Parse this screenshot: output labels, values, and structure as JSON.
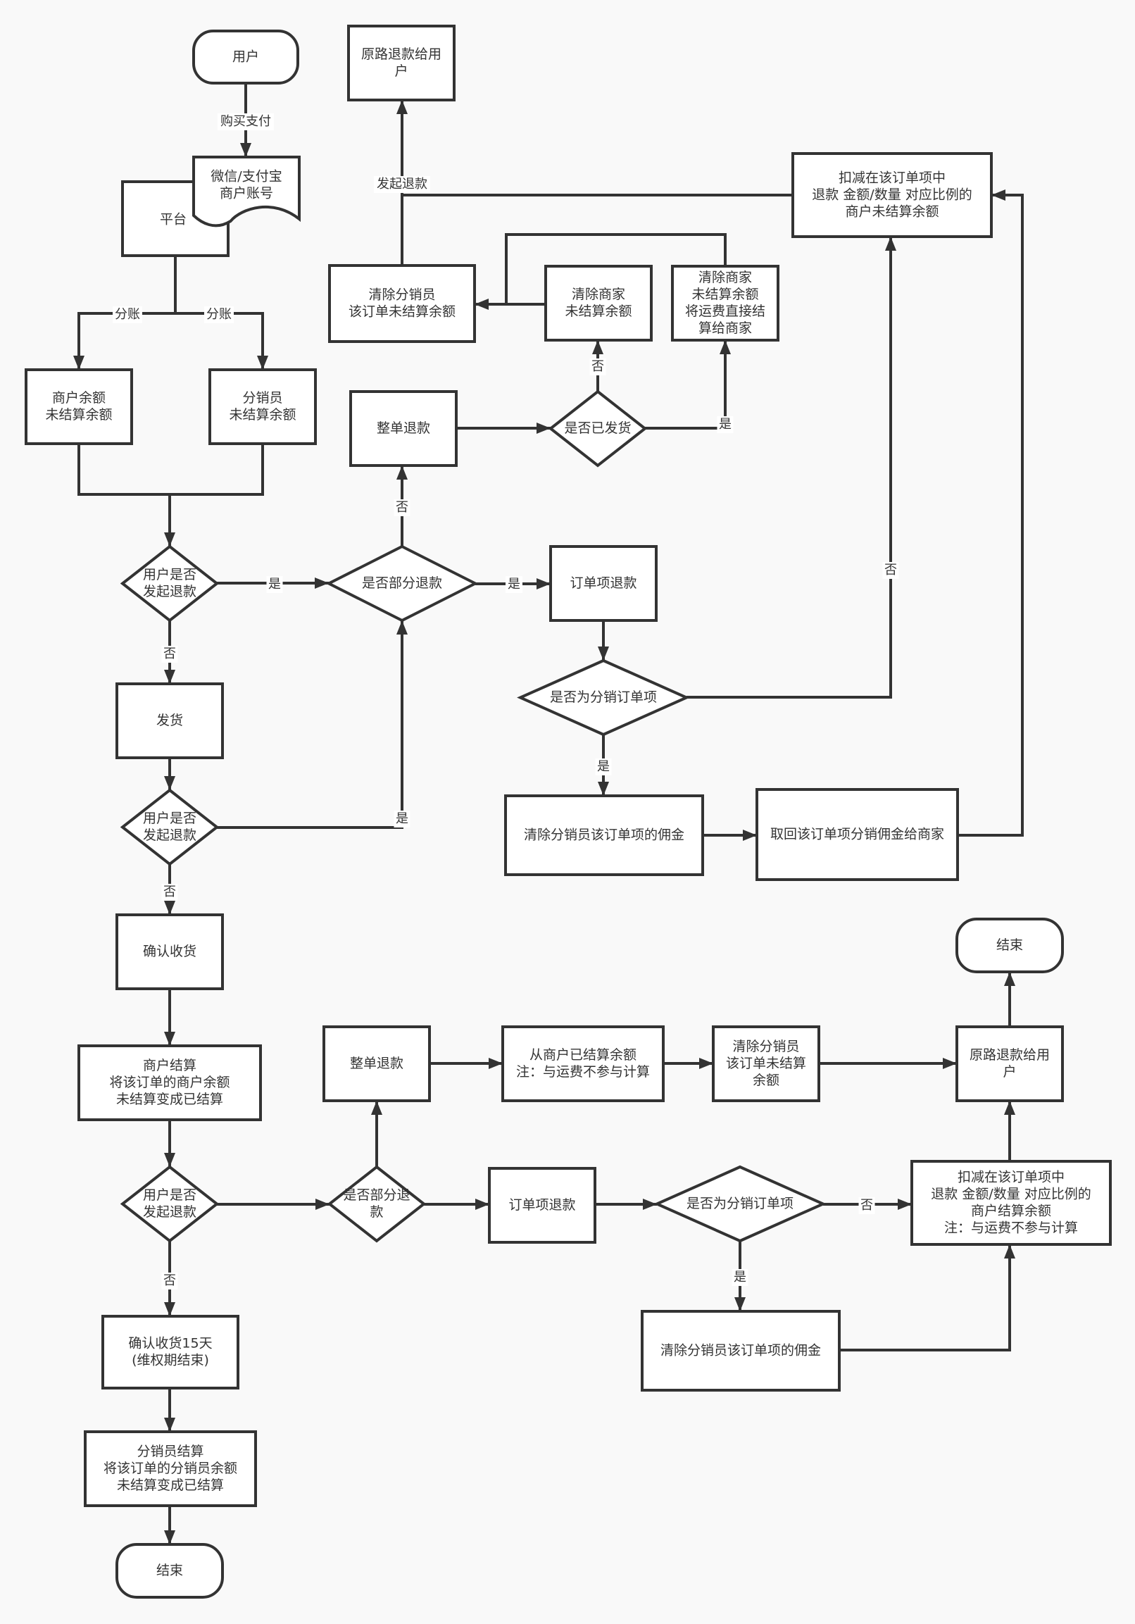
{
  "diagram": {
    "title": "分销退款结算流程",
    "colors": {
      "background": "#f9f9f9",
      "stroke": "#333333",
      "fill": "#ffffff",
      "text": "#333333"
    },
    "nodes": {
      "user": {
        "shape": "terminal",
        "lines": [
          "用户"
        ]
      },
      "wallet": {
        "shape": "document",
        "lines": [
          "微信/支付宝",
          "商户账号"
        ]
      },
      "platform": {
        "shape": "rect",
        "lines": [
          "平台"
        ]
      },
      "merchant_balance": {
        "shape": "rect",
        "lines": [
          "商户余额",
          "未结算余额"
        ]
      },
      "distributor_balance": {
        "shape": "rect",
        "lines": [
          "分销员",
          "未结算余额"
        ]
      },
      "refund_q1": {
        "shape": "diamond",
        "lines": [
          "用户是否",
          "发起退款"
        ]
      },
      "partial_q1": {
        "shape": "diamond",
        "lines": [
          "是否部分退款"
        ]
      },
      "full_refund_1": {
        "shape": "rect",
        "lines": [
          "整单退款"
        ]
      },
      "shipped_q": {
        "shape": "diamond",
        "lines": [
          "是否已发货"
        ]
      },
      "clear_merchant_1": {
        "shape": "rect",
        "lines": [
          "清除商家",
          "未结算余额"
        ]
      },
      "clear_merchant_ship": {
        "shape": "rect",
        "lines": [
          "清除商家",
          "未结算余额",
          "将运费直接结",
          "算给商家"
        ]
      },
      "clear_distributor_1": {
        "shape": "rect",
        "lines": [
          "清除分销员",
          "该订单未结算余额"
        ]
      },
      "refund_user_1": {
        "shape": "rect",
        "lines": [
          "原路退款给用",
          "户"
        ]
      },
      "deduct_unsettled": {
        "shape": "rect",
        "lines": [
          "扣减在该订单项中",
          "退款 金额/数量 对应比例的",
          "商户未结算余额"
        ]
      },
      "item_refund_1": {
        "shape": "rect",
        "lines": [
          "订单项退款"
        ]
      },
      "dist_item_q1": {
        "shape": "diamond",
        "lines": [
          "是否为分销订单项"
        ]
      },
      "clear_commission_1": {
        "shape": "rect",
        "lines": [
          "清除分销员该订单项的佣金"
        ]
      },
      "reclaim_commission": {
        "shape": "rect",
        "lines": [
          "取回该订单项分销佣金给商家"
        ]
      },
      "ship": {
        "shape": "rect",
        "lines": [
          "发货"
        ]
      },
      "refund_q2": {
        "shape": "diamond",
        "lines": [
          "用户是否",
          "发起退款"
        ]
      },
      "confirm_receipt": {
        "shape": "rect",
        "lines": [
          "确认收货"
        ]
      },
      "merchant_settle": {
        "shape": "rect",
        "lines": [
          "商户结算",
          "将该订单的商户余额",
          "未结算变成已结算"
        ]
      },
      "refund_q3": {
        "shape": "diamond",
        "lines": [
          "用户是否",
          "发起退款"
        ]
      },
      "partial_q2": {
        "shape": "diamond",
        "lines": [
          "是否部分退",
          "款"
        ]
      },
      "full_refund_2": {
        "shape": "rect",
        "lines": [
          "整单退款"
        ]
      },
      "from_settled": {
        "shape": "rect",
        "lines": [
          "从商户已结算余额",
          "注：与运费不参与计算"
        ]
      },
      "clear_distributor_2": {
        "shape": "rect",
        "lines": [
          "清除分销员",
          "该订单未结算",
          "余额"
        ]
      },
      "refund_user_2": {
        "shape": "rect",
        "lines": [
          "原路退款给用",
          "户"
        ]
      },
      "end_right": {
        "shape": "terminal",
        "lines": [
          "结束"
        ]
      },
      "item_refund_2": {
        "shape": "rect",
        "lines": [
          "订单项退款"
        ]
      },
      "dist_item_q2": {
        "shape": "diamond",
        "lines": [
          "是否为分销订单项"
        ]
      },
      "deduct_settled": {
        "shape": "rect",
        "lines": [
          "扣减在该订单项中",
          "退款 金额/数量 对应比例的",
          "商户结算余额",
          "注：与运费不参与计算"
        ]
      },
      "clear_commission_2": {
        "shape": "rect",
        "lines": [
          "清除分销员该订单项的佣金"
        ]
      },
      "confirm_15days": {
        "shape": "rect",
        "lines": [
          "确认收货15天",
          "(维权期结束)"
        ]
      },
      "distributor_settle": {
        "shape": "rect",
        "lines": [
          "分销员结算",
          "将该订单的分销员余额",
          "未结算变成已结算"
        ]
      },
      "end_left": {
        "shape": "terminal",
        "lines": [
          "结束"
        ]
      }
    },
    "edges": [
      {
        "from": "user",
        "to": "wallet",
        "label": "购买支付"
      },
      {
        "from": "platform",
        "to": "merchant_balance",
        "label": "分账"
      },
      {
        "from": "platform",
        "to": "distributor_balance",
        "label": "分账"
      },
      {
        "from": "merchant_balance",
        "to": "refund_q1",
        "label": ""
      },
      {
        "from": "distributor_balance",
        "to": "refund_q1",
        "label": ""
      },
      {
        "from": "refund_q1",
        "to": "partial_q1",
        "label": "是"
      },
      {
        "from": "refund_q1",
        "to": "ship",
        "label": "否"
      },
      {
        "from": "partial_q1",
        "to": "full_refund_1",
        "label": "否"
      },
      {
        "from": "partial_q1",
        "to": "item_refund_1",
        "label": "是"
      },
      {
        "from": "full_refund_1",
        "to": "shipped_q",
        "label": ""
      },
      {
        "from": "shipped_q",
        "to": "clear_merchant_1",
        "label": "否"
      },
      {
        "from": "shipped_q",
        "to": "clear_merchant_ship",
        "label": "是"
      },
      {
        "from": "clear_merchant_1",
        "to": "clear_distributor_1",
        "label": ""
      },
      {
        "from": "clear_merchant_ship",
        "to": "clear_distributor_1",
        "label": ""
      },
      {
        "from": "clear_distributor_1",
        "to": "refund_user_1",
        "label": "发起退款"
      },
      {
        "from": "deduct_unsettled",
        "to": "refund_user_1",
        "label": ""
      },
      {
        "from": "item_refund_1",
        "to": "dist_item_q1",
        "label": ""
      },
      {
        "from": "dist_item_q1",
        "to": "deduct_unsettled",
        "label": "否"
      },
      {
        "from": "dist_item_q1",
        "to": "clear_commission_1",
        "label": "是"
      },
      {
        "from": "clear_commission_1",
        "to": "reclaim_commission",
        "label": ""
      },
      {
        "from": "reclaim_commission",
        "to": "deduct_unsettled",
        "label": ""
      },
      {
        "from": "ship",
        "to": "refund_q2",
        "label": ""
      },
      {
        "from": "refund_q2",
        "to": "partial_q1",
        "label": "是"
      },
      {
        "from": "refund_q2",
        "to": "confirm_receipt",
        "label": "否"
      },
      {
        "from": "confirm_receipt",
        "to": "merchant_settle",
        "label": ""
      },
      {
        "from": "merchant_settle",
        "to": "refund_q3",
        "label": ""
      },
      {
        "from": "refund_q3",
        "to": "partial_q2",
        "label": ""
      },
      {
        "from": "refund_q3",
        "to": "confirm_15days",
        "label": "否"
      },
      {
        "from": "partial_q2",
        "to": "full_refund_2",
        "label": ""
      },
      {
        "from": "partial_q2",
        "to": "item_refund_2",
        "label": ""
      },
      {
        "from": "full_refund_2",
        "to": "from_settled",
        "label": ""
      },
      {
        "from": "from_settled",
        "to": "clear_distributor_2",
        "label": ""
      },
      {
        "from": "clear_distributor_2",
        "to": "refund_user_2",
        "label": ""
      },
      {
        "from": "refund_user_2",
        "to": "end_right",
        "label": ""
      },
      {
        "from": "item_refund_2",
        "to": "dist_item_q2",
        "label": ""
      },
      {
        "from": "dist_item_q2",
        "to": "deduct_settled",
        "label": "否"
      },
      {
        "from": "dist_item_q2",
        "to": "clear_commission_2",
        "label": "是"
      },
      {
        "from": "clear_commission_2",
        "to": "deduct_settled",
        "label": ""
      },
      {
        "from": "deduct_settled",
        "to": "refund_user_2",
        "label": ""
      },
      {
        "from": "confirm_15days",
        "to": "distributor_settle",
        "label": ""
      },
      {
        "from": "distributor_settle",
        "to": "end_left",
        "label": ""
      }
    ]
  }
}
